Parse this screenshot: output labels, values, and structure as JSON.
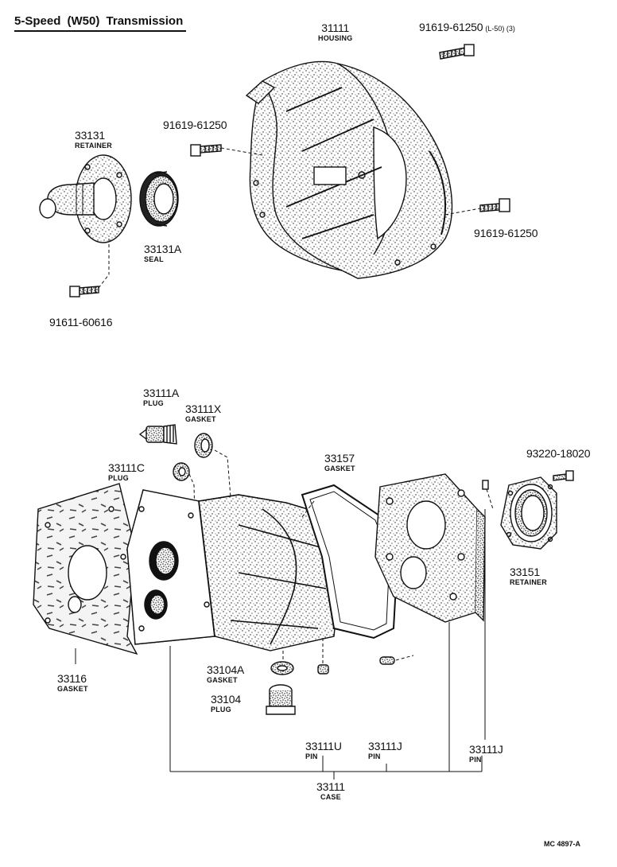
{
  "title": {
    "speed": "5-Speed",
    "model": "(W50)",
    "word": "Transmission"
  },
  "parts": {
    "housing": {
      "number": "31111",
      "name": "HOUSING"
    },
    "bolt_top": {
      "number": "91619-61250",
      "note": "(L-50) (3)"
    },
    "bolt_mid": {
      "number": "91619-61250"
    },
    "bolt_right": {
      "number": "91619-61250"
    },
    "retainer_front": {
      "number": "33131",
      "name": "RETAINER"
    },
    "seal": {
      "number": "33131A",
      "name": "SEAL"
    },
    "bolt_retainer": {
      "number": "91611-60616"
    },
    "plug_a": {
      "number": "33111A",
      "name": "PLUG"
    },
    "gasket_x": {
      "number": "33111X",
      "name": "GASKET"
    },
    "plug_c": {
      "number": "33111C",
      "name": "PLUG"
    },
    "gasket_157": {
      "number": "33157",
      "name": "GASKET"
    },
    "bolt_rear": {
      "number": "93220-18020"
    },
    "retainer_rear": {
      "number": "33151",
      "name": "RETAINER"
    },
    "gasket_116": {
      "number": "33116",
      "name": "GASKET"
    },
    "gasket_104a": {
      "number": "33104A",
      "name": "GASKET"
    },
    "plug_104": {
      "number": "33104",
      "name": "PLUG"
    },
    "pin_u": {
      "number": "33111U",
      "name": "PIN"
    },
    "pin_j1": {
      "number": "33111J",
      "name": "PIN"
    },
    "pin_j2": {
      "number": "33111J",
      "name": "PIN"
    },
    "case": {
      "number": "33111",
      "name": "CASE"
    }
  },
  "ref_code": "MC 4897-A"
}
